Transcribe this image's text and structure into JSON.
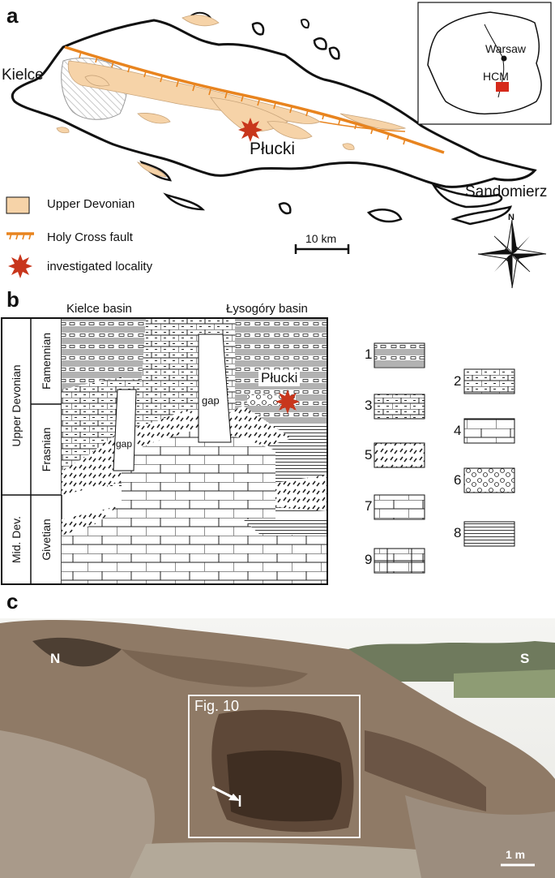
{
  "panel_a": {
    "label": "a",
    "places": {
      "kielce": "Kielce",
      "plucki": "Płucki",
      "sandomierz": "Sandomierz"
    },
    "inset": {
      "warsaw": "Warsaw",
      "hcm": "HCM"
    },
    "compass_n": "N",
    "scale": "10 km",
    "legend": {
      "upper_devonian": "Upper Devonian",
      "fault": "Holy Cross fault",
      "locality": "investigated locality"
    },
    "colors": {
      "devonian_fill": "#f6d3a8",
      "fault": "#e8841f",
      "star": "#c8361c",
      "inset_box": "#d62a1b"
    }
  },
  "panel_b": {
    "label": "b",
    "basins": {
      "kielce": "Kielce basin",
      "lysogory": "Łysogóry basin"
    },
    "stratigraphy": {
      "series": [
        "Upper Devonian",
        "Mid. Dev."
      ],
      "stages": [
        "Famennian",
        "Frasnian",
        "Givetian"
      ]
    },
    "gap_labels": [
      "gap",
      "gap"
    ],
    "locality": "Płucki",
    "lithology_keys": [
      "1",
      "2",
      "3",
      "4",
      "5",
      "6",
      "7",
      "8",
      "9"
    ]
  },
  "panel_c": {
    "label": "c",
    "north": "N",
    "south": "S",
    "fig_ref": "Fig. 10",
    "scale": "1 m"
  }
}
